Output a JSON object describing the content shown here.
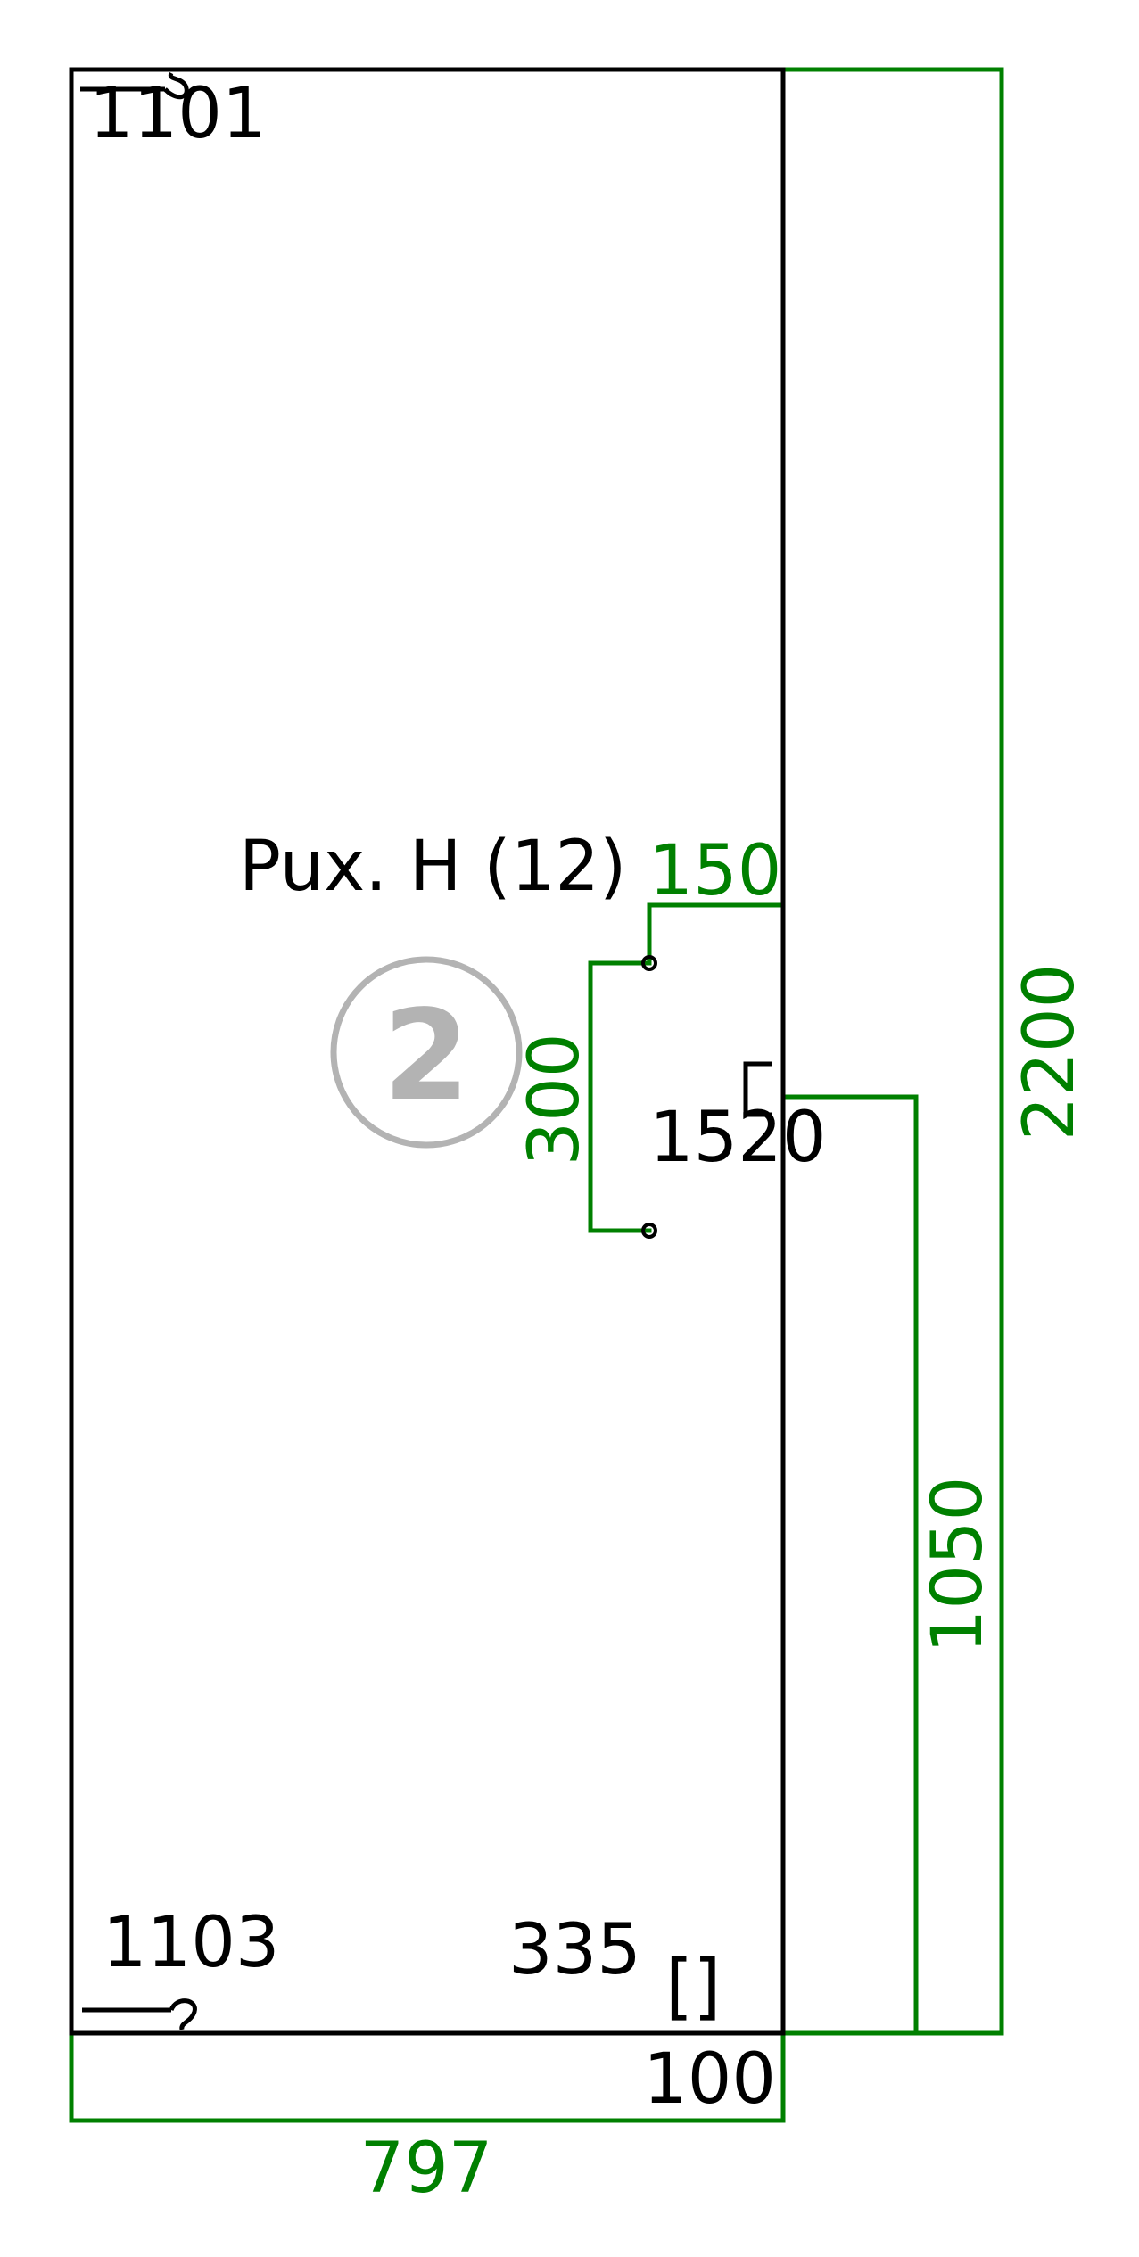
{
  "panel": {
    "title": "Pux. H (12)",
    "number": "2"
  },
  "edge_codes": {
    "top_left": "1101",
    "bottom_left": "1103",
    "bottom_center": "335",
    "hardware": "1520"
  },
  "dimensions": {
    "width": "797",
    "height": "2200",
    "hole_offset_x": "150",
    "hole_spacing": "300",
    "hardware_height": "1050",
    "bottom_offset": "100"
  },
  "colors": {
    "dimension": "#008000",
    "outline": "#000000",
    "badge": "#b3b3b3"
  }
}
